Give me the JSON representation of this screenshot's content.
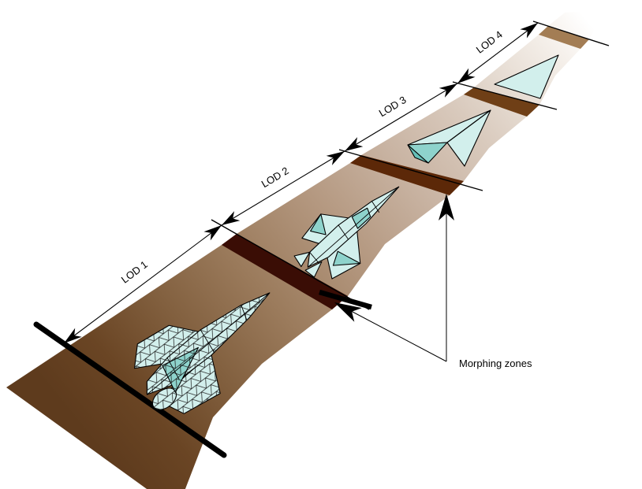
{
  "diagram": {
    "lods": [
      {
        "label": "LOD 1"
      },
      {
        "label": "LOD 2"
      },
      {
        "label": "LOD 3"
      },
      {
        "label": "LOD 4"
      }
    ],
    "annotations": {
      "morphing_zones": "Morphing zones"
    },
    "colors": {
      "strip_near": "#5e3b1d",
      "strip_far": "#ffffff",
      "morphing_zone_1": "#3a0d05",
      "morphing_zone_2": "#5c2808",
      "morphing_zone_3": "#6f3f16",
      "morphing_zone_4": "#a37d54",
      "model_fill": "#d2efec",
      "model_shade": "#8ed3cc",
      "model_shade_dark": "#66c0b8",
      "outline": "#000000"
    }
  }
}
